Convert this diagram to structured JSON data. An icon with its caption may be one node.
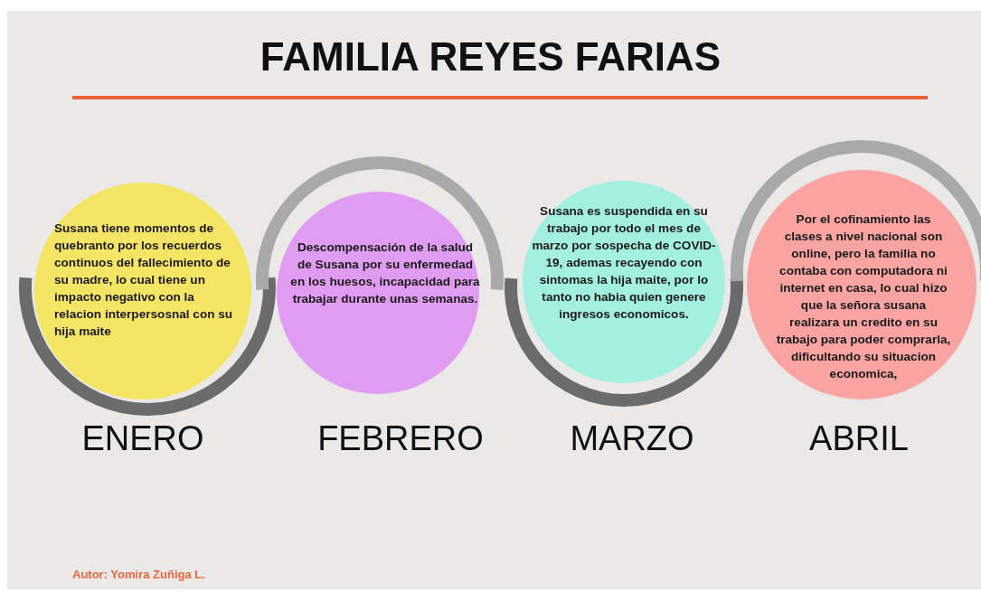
{
  "diagram": {
    "title": "FAMILIA REYES FARIAS",
    "nodes": [
      {
        "text": [
          "Susana tiene momentos de quebranto por los recuerdos continuos del fallecimiento de su madre, lo cual tiene un impacto negativo con la relacion interpersosnal con su hija maite"
        ],
        "beside": [
          "ENERO"
        ]
      },
      {
        "text": [
          "Descompensación de la salud de Susana por su enfermedad en los huesos, incapacidad para trabajar durante unas semanas."
        ],
        "beside": [
          "FEBRERO"
        ]
      },
      {
        "text": [
          "Susana es suspendida en su trabajo por todo el mes de marzo por sospecha de COVID-19, ademas recayendo con sintomas la hija maite, por lo tanto no habia quien genere ingresos economicos."
        ],
        "beside": [
          "MARZO"
        ]
      },
      {
        "text": [
          "Por el cofinamiento las clases a nivel nacional son online, pero la familia no contaba con computadora ni internet en casa, lo cual hizo que la señora susana realizara un credito en su trabajo para poder comprarla, dificultando su situacion economica,"
        ],
        "beside": [
          "ABRIL"
        ]
      }
    ],
    "labels": [
      "Autor: Yomira Zuñiga L."
    ]
  }
}
